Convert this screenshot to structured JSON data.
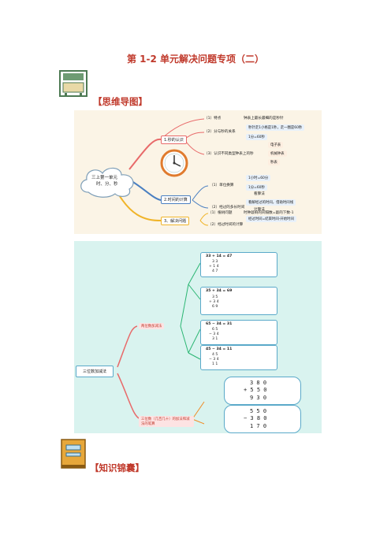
{
  "page": {
    "title": "第 1-2 单元解决问题专项（二）",
    "section1": "【思维导图】",
    "section2": "【知识锦囊】"
  },
  "mindmap1": {
    "center": [
      "三上第一单元",
      "时、分、秒"
    ],
    "branch1": {
      "label": "1.秒的认识",
      "items": [
        "（1）特点",
        "（2）分与秒的关系",
        "（3）认识不同类型钟表上的秒"
      ],
      "item1_note": "钟表上最长最细的是秒针",
      "item2_notes": [
        "秒针走1小格是1秒，走一圈是60秒",
        "1分=60秒"
      ],
      "item3_notes": [
        "电子表",
        "机械钟表",
        "秒表"
      ]
    },
    "branch2": {
      "label": "2.时间的计算",
      "items": [
        "（1）单位换算",
        "（2）经过的多长时间"
      ],
      "item1_notes": [
        "1小时=60分",
        "1分=60秒"
      ],
      "item2_notes": [
        "看算法",
        "看解经过的时间，借助时间线",
        "计算法",
        "经过时间=结束时间-开始时间"
      ]
    },
    "branch3": {
      "label": "3、解决问题",
      "items": [
        "（1）植树问题",
        "（2）经过时间的计算"
      ],
      "item1_note": "时钟敲响的间隔数=敲的下数-1"
    }
  },
  "mindmap2": {
    "center": "三位数加减法",
    "left_nodes": [
      "两位数加减法",
      "三位数（几百几十）的加法和减法的笔算"
    ],
    "problems": [
      {
        "expr": "33 + 14 = 47",
        "col": [
          "3 3",
          "+ 1 4",
          "4 7"
        ]
      },
      {
        "expr": "35 + 34 = 69",
        "col": [
          "3 5",
          "+ 3 4",
          "6 9"
        ]
      },
      {
        "expr": "65 − 34 = 31",
        "col": [
          "6 5",
          "− 3 4",
          "3 1"
        ]
      },
      {
        "expr": "45 − 34 = 11",
        "col": [
          "4 5",
          "− 3 4",
          "1 1"
        ]
      }
    ],
    "big_problems": [
      {
        "rows": [
          "3 8 0",
          "+ 5 5 0",
          "9 3 0"
        ]
      },
      {
        "rows": [
          "5 5 0",
          "− 3 8 0",
          "1 7 0"
        ]
      }
    ]
  },
  "colors": {
    "title_red": "#c0392b",
    "mm1_bg": "#fbf4e6",
    "mm2_bg": "#d9f3ef",
    "branch_red": "#e86a6a",
    "branch_blue": "#4a7fc1",
    "branch_yellow": "#f0b429"
  }
}
